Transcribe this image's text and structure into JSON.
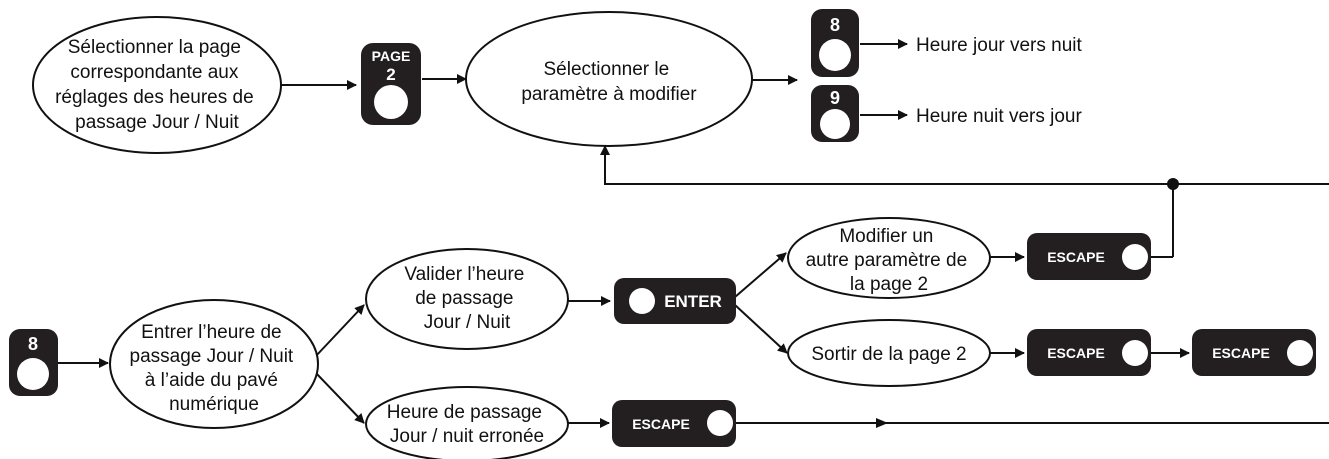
{
  "nodes": {
    "select_page": [
      "Sélectionner la page",
      "correspondante aux",
      "réglages des heures de",
      "passage Jour / Nuit"
    ],
    "select_param": [
      "Sélectionner le",
      "paramètre à modifier"
    ],
    "enter_time": [
      "Entrer l’heure de",
      "passage Jour / Nuit",
      "à l’aide du pavé",
      "numérique"
    ],
    "validate_time": [
      "Valider l’heure",
      "de passage",
      "Jour / Nuit"
    ],
    "modify_other": [
      "Modifier un",
      "autre paramètre de",
      "la page 2"
    ],
    "exit_page": [
      "Sortir de la page 2"
    ],
    "wrong_time": [
      "Heure de passage",
      "Jour / nuit erronée"
    ]
  },
  "keys": {
    "page2_top": "PAGE",
    "page2_bottom": "2",
    "k8": "8",
    "k9": "9",
    "enter": "ENTER",
    "escape": "ESCAPE"
  },
  "labels": {
    "day_to_night": "Heure jour vers nuit",
    "night_to_day": "Heure nuit vers jour"
  }
}
